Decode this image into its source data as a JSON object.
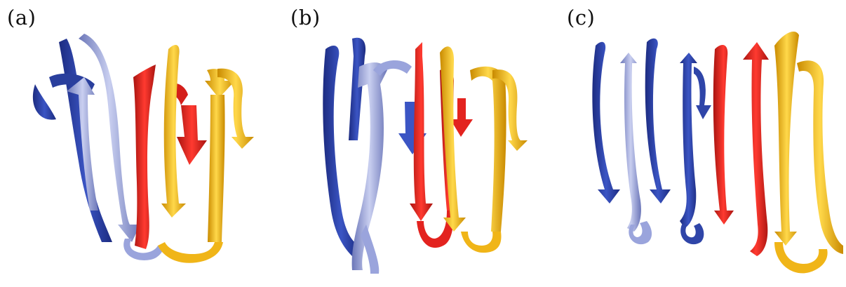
{
  "panels": [
    {
      "id": "a",
      "label": "(a)"
    },
    {
      "id": "b",
      "label": "(b)"
    },
    {
      "id": "c",
      "label": "(c)"
    }
  ],
  "colors": {
    "dark_blue": "#2f45a8",
    "light_blue": "#8d98d4",
    "red": "#e3231f",
    "yellow": "#f2b81a"
  }
}
